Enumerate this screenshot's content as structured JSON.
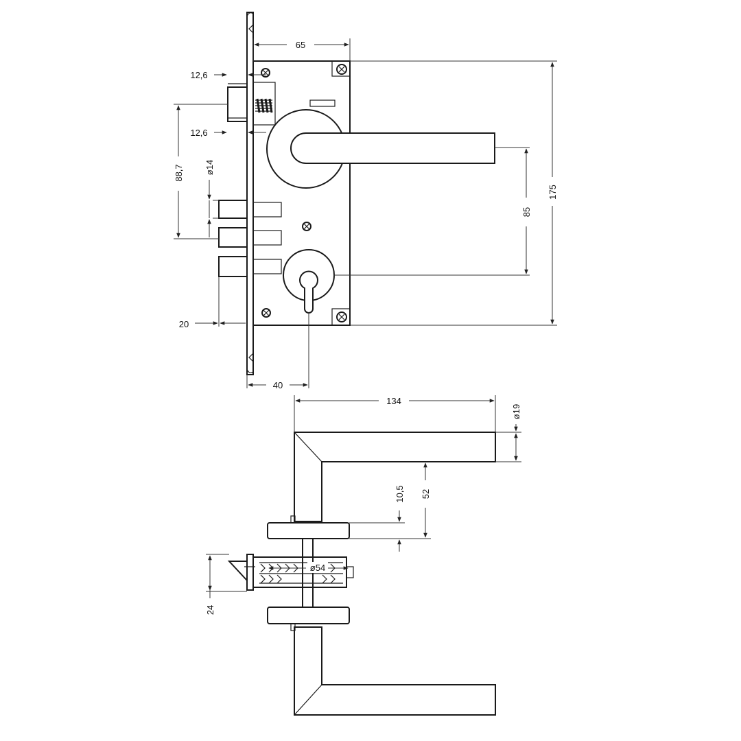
{
  "drawing": {
    "line_color": "#1a1a1a",
    "background": "#ffffff",
    "front_view": {
      "dim_faceplate_to_case": "65",
      "dim_latch_top": "12,6",
      "dim_latch_bottom": "12,6",
      "dim_latch_to_bolt": "88,7",
      "dim_bolt_diameter": "ø14",
      "dim_bolt_throw": "20",
      "dim_backset": "40",
      "dim_handle_to_cylinder": "85",
      "dim_total_height": "175"
    },
    "side_view": {
      "dim_handle_length": "134",
      "dim_handle_diameter": "ø19",
      "dim_rose_thickness": "10,5",
      "dim_handle_height": "52",
      "dim_rose_diameter": "ø54",
      "dim_door_thickness": "24"
    }
  }
}
